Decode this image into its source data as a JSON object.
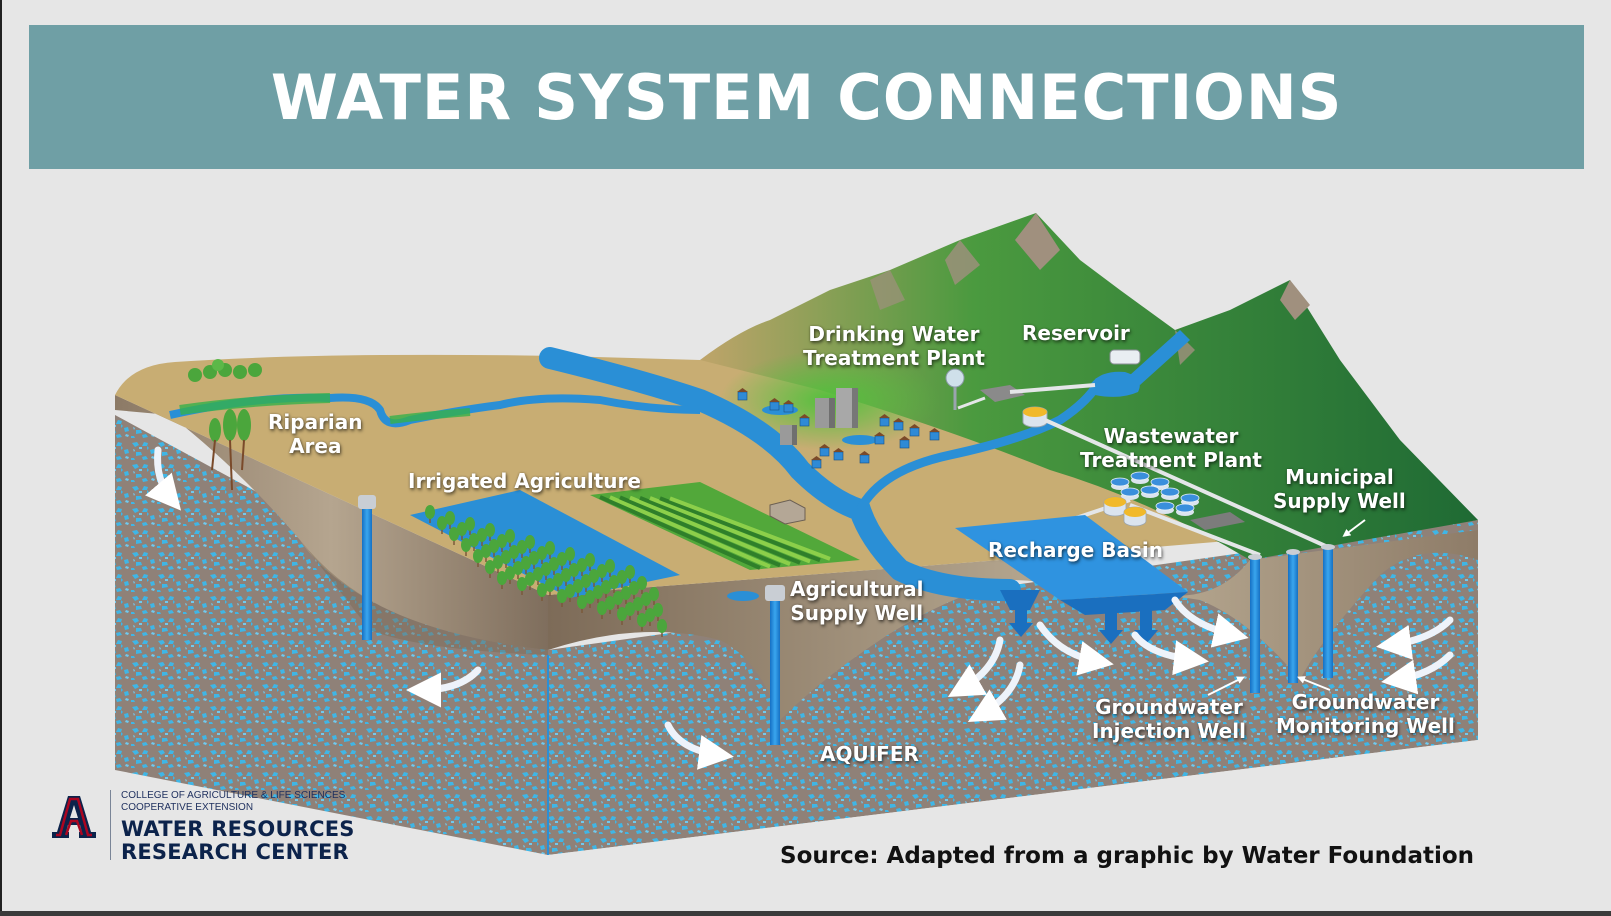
{
  "banner": {
    "title": "WATER SYSTEM CONNECTIONS",
    "background_color": "#6f9fa5"
  },
  "diagram": {
    "labels": {
      "riparian_area": [
        "Riparian",
        "Area"
      ],
      "irrigated_agriculture": "Irrigated Agriculture",
      "agricultural_supply_well": [
        "Agricultural",
        "Supply Well"
      ],
      "drinking_water_treatment_plant": [
        "Drinking Water",
        "Treatment Plant"
      ],
      "reservoir": "Reservoir",
      "wastewater_treatment_plant": [
        "Wastewater",
        "Treatment Plant"
      ],
      "municipal_supply_well": [
        "Municipal",
        "Supply Well"
      ],
      "recharge_basin": "Recharge Basin",
      "groundwater_injection_well": [
        "Groundwater",
        "Injection Well"
      ],
      "groundwater_monitoring_well": [
        "Groundwater",
        "Monitoring Well"
      ],
      "aquifer": "AQUIFER"
    },
    "colors": {
      "ground_surface": "#c8ad73",
      "soil_side": "#9c8b78",
      "aquifer_base": "#8f8178",
      "aquifer_water": "#3fb6e6",
      "river": "#2a8fd6",
      "mountain_green": "#2f7f3e",
      "mountain_rock": "#a0907e"
    }
  },
  "logo": {
    "college_line1": "COLLEGE OF AGRICULTURE & LIFE SCIENCES",
    "college_line2": "COOPERATIVE EXTENSION",
    "center_line1": "WATER RESOURCES",
    "center_line2": "RESEARCH CENTER",
    "brand_navy": "#0c234b",
    "brand_red": "#ab0520"
  },
  "source": "Source: Adapted from a graphic by Water Foundation"
}
